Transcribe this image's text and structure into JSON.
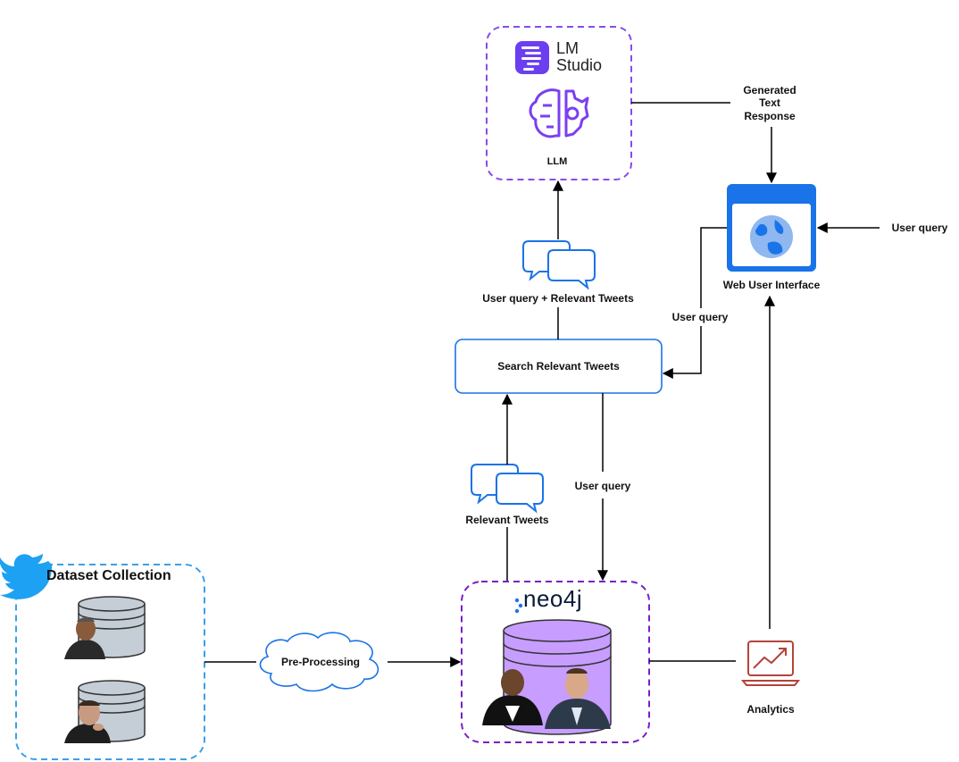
{
  "llm_box": {
    "brand_line1": "LM",
    "brand_line2": "Studio",
    "label": "LLM"
  },
  "web_ui": {
    "label": "Web User Interface"
  },
  "search_box": {
    "label": "Search Relevant Tweets"
  },
  "dataset": {
    "title": "Dataset Collection"
  },
  "preprocessing": {
    "label": "Pre-Processing"
  },
  "neo4j": {
    "logo_text": "neo4j"
  },
  "analytics": {
    "label": "Analytics"
  },
  "edges": {
    "generated_response": [
      "Generated",
      "Text",
      "Response"
    ],
    "user_query_external": "User query",
    "user_query_to_search": "User query",
    "query_plus_tweets": "User query + Relevant Tweets",
    "relevant_tweets": "Relevant Tweets",
    "user_query_to_db": "User query"
  },
  "colors": {
    "purple_dash": "#8a4be6",
    "dark_purple_dash": "#7a1fc7",
    "blue_dash": "#3aa0e8",
    "blue": "#1a73e8",
    "db_purple": "#c79dff",
    "db_gray": "#c5ced6",
    "analytics_red": "#b5433a"
  }
}
